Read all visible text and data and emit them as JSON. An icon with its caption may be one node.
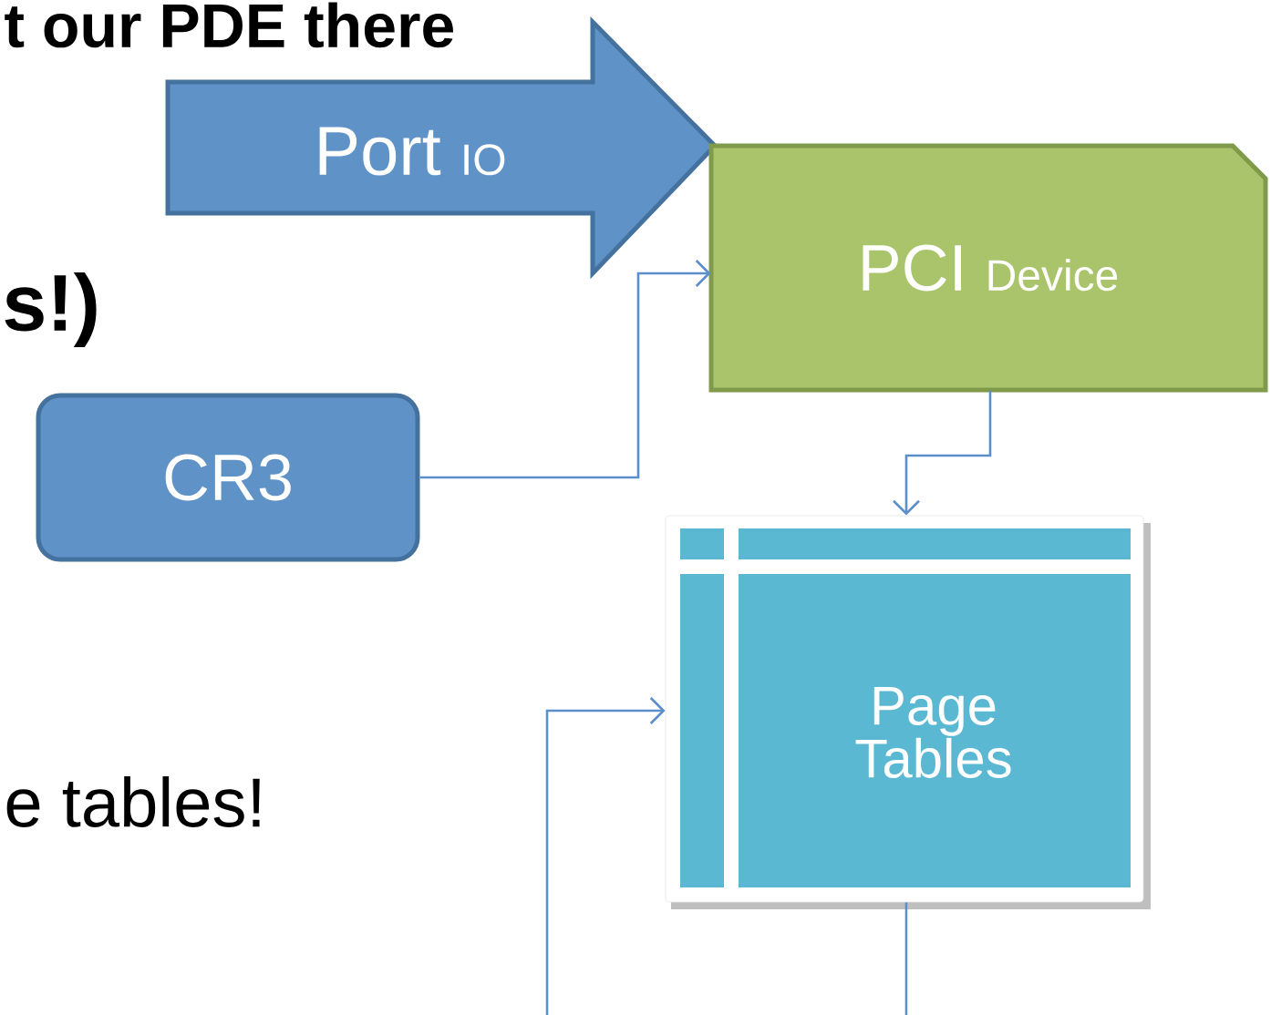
{
  "diagram": {
    "nodes": [
      {
        "text": [
          "Port",
          "IO"
        ]
      },
      {
        "text": [
          "PCI",
          "Device"
        ]
      },
      {
        "text": [
          "CR3"
        ]
      },
      {
        "text": [
          "Page Tables"
        ]
      }
    ],
    "edges": [
      {
        "from": 2,
        "to": 1,
        "arrow": "to"
      },
      {
        "from": 1,
        "to": 3,
        "arrow": "to"
      },
      {
        "from": null,
        "to": 3,
        "arrow": "to"
      },
      {
        "from": 3,
        "to": null,
        "arrow": "none"
      }
    ],
    "labels": [
      "t our PDE there",
      "s!)",
      "e tables!"
    ]
  }
}
